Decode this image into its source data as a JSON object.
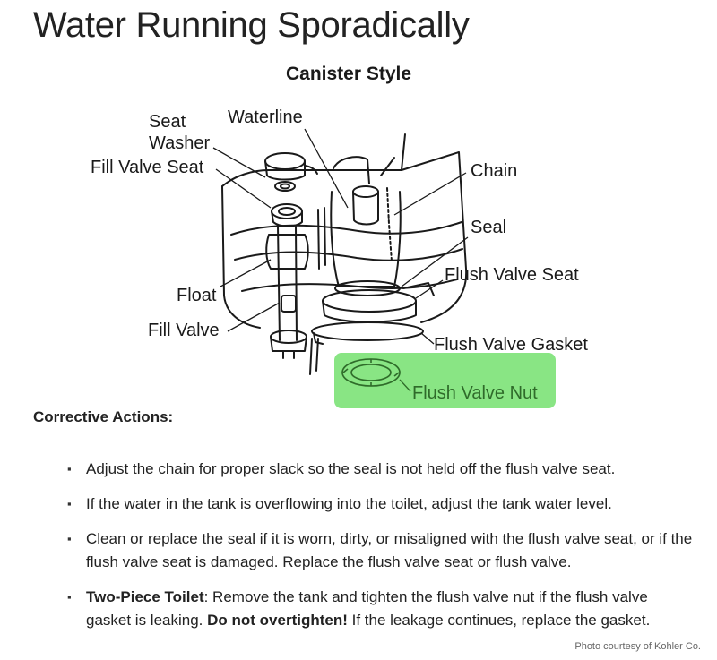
{
  "page": {
    "title": "Water Running Sporadically"
  },
  "diagram": {
    "title": "Canister Style",
    "callouts": {
      "seat": "Seat",
      "washer": "Washer",
      "fill_valve_seat": "Fill Valve Seat",
      "waterline": "Waterline",
      "chain": "Chain",
      "seal": "Seal",
      "flush_valve_seat": "Flush Valve Seat",
      "float": "Float",
      "fill_valve": "Fill Valve",
      "flush_valve_gasket": "Flush Valve Gasket",
      "flush_valve_nut": "Flush Valve Nut"
    },
    "highlight_color": "#7fe37a",
    "highlight_text_color": "#2f6b2a"
  },
  "corrective": {
    "heading": "Corrective Actions:",
    "items": [
      {
        "text": "Adjust the chain for proper slack so the seal is not held off the flush valve seat."
      },
      {
        "text": "If the water in the tank is overflowing into the toilet, adjust the tank water level."
      },
      {
        "text": "Clean or replace the seal if it is worn, dirty, or misaligned with the flush valve seat, or if the flush valve seat is damaged. Replace the flush valve seat or flush valve."
      },
      {
        "bold_lead": "Two-Piece Toilet",
        "text_a": ": Remove the tank and tighten the flush valve nut if the flush valve gasket is leaking. ",
        "bold_mid": "Do not overtighten!",
        "text_b": " If the leakage continues, replace the gasket."
      }
    ]
  },
  "credit": "Photo courtesy of Kohler Co."
}
